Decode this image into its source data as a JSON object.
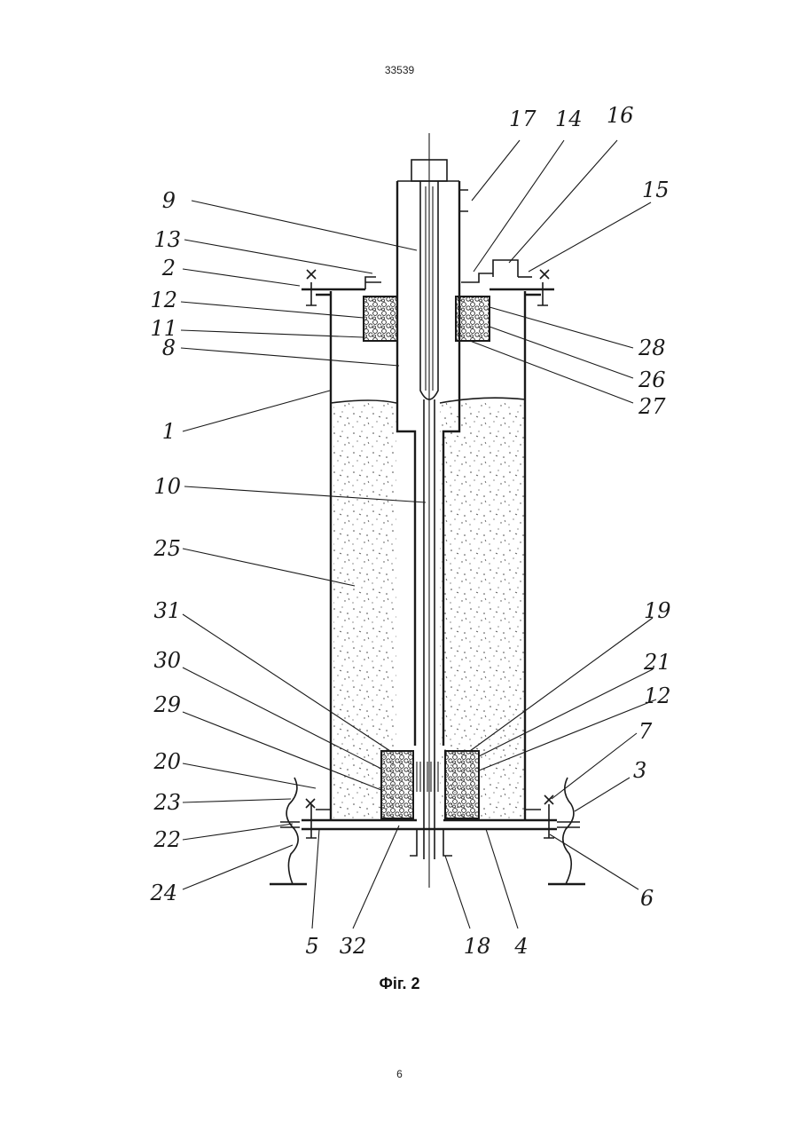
{
  "page_header": "33539",
  "figure_caption": "Фіг. 2",
  "page_number": "6",
  "labels": {
    "l1": "1",
    "l2": "2",
    "l3": "3",
    "l4": "4",
    "l5": "5",
    "l6": "6",
    "l7": "7",
    "l8": "8",
    "l9": "9",
    "l10": "10",
    "l11": "11",
    "l12a": "12",
    "l12b": "12",
    "l13": "13",
    "l14": "14",
    "l15": "15",
    "l16": "16",
    "l17": "17",
    "l18": "18",
    "l19": "19",
    "l20": "20",
    "l21": "21",
    "l22": "22",
    "l23": "23",
    "l24": "24",
    "l25": "25",
    "l26": "26",
    "l27": "27",
    "l28": "28",
    "l29": "29",
    "l30": "30",
    "l31": "31",
    "l32": "32"
  }
}
